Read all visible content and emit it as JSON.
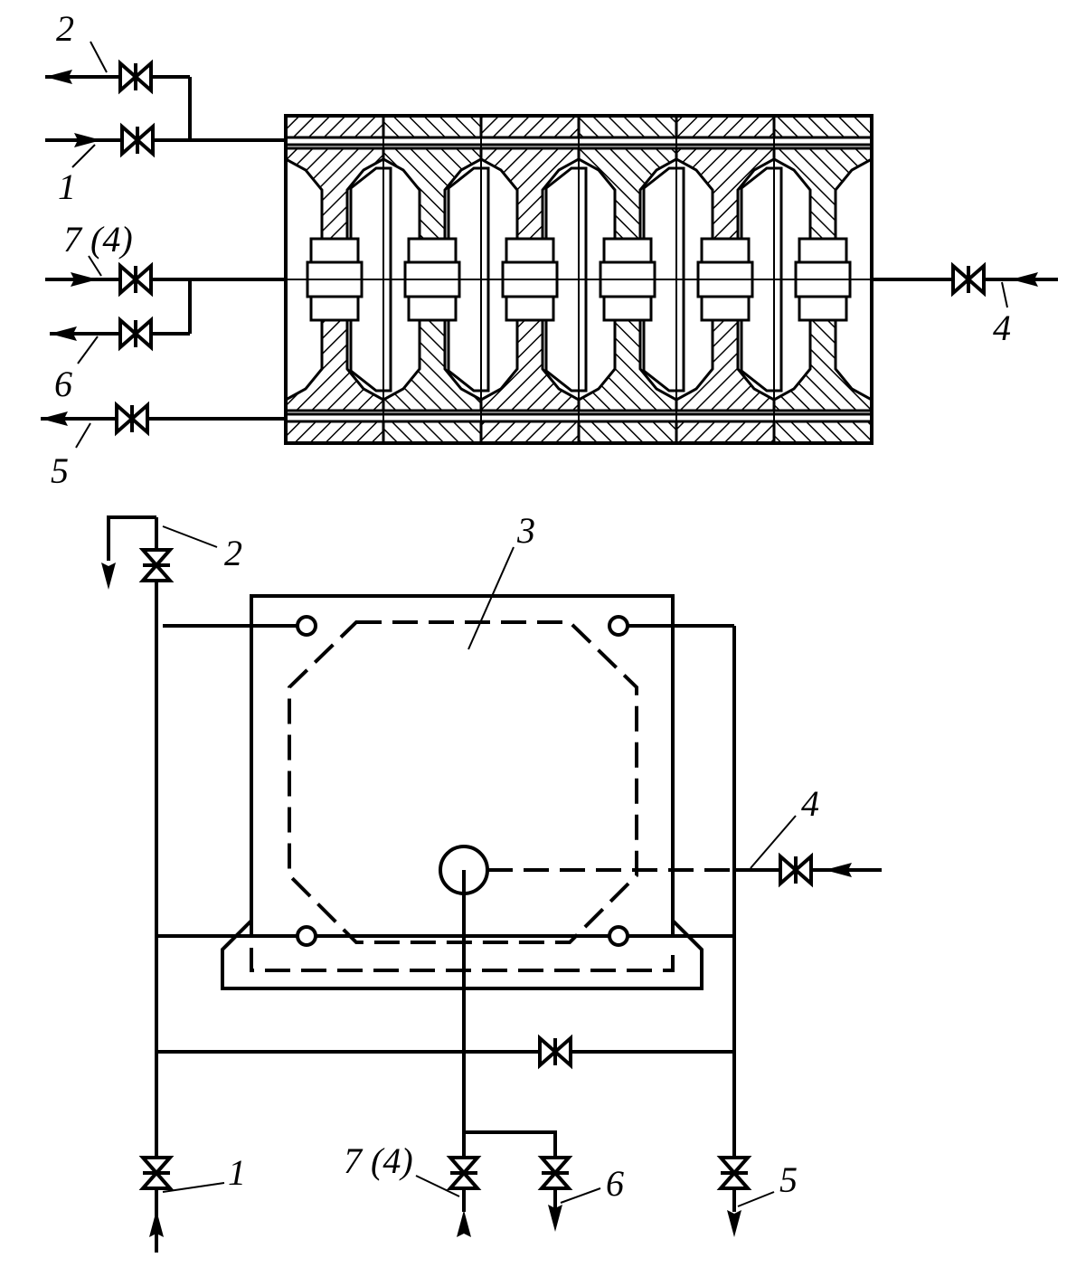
{
  "colors": {
    "ink": "#000000",
    "paper": "#ffffff"
  },
  "top_view": {
    "labels": {
      "l2": "2",
      "l1": "1",
      "l7_4": "7 (4)",
      "l6": "6",
      "l5": "5",
      "l4": "4"
    },
    "plate_count": 6
  },
  "bottom_view": {
    "labels": {
      "l2": "2",
      "l3": "3",
      "l4": "4",
      "l1": "1",
      "l7_4": "7 (4)",
      "l6": "6",
      "l5": "5"
    }
  },
  "icons": {
    "valve": "valve-icon",
    "arrow": "arrow-icon"
  }
}
